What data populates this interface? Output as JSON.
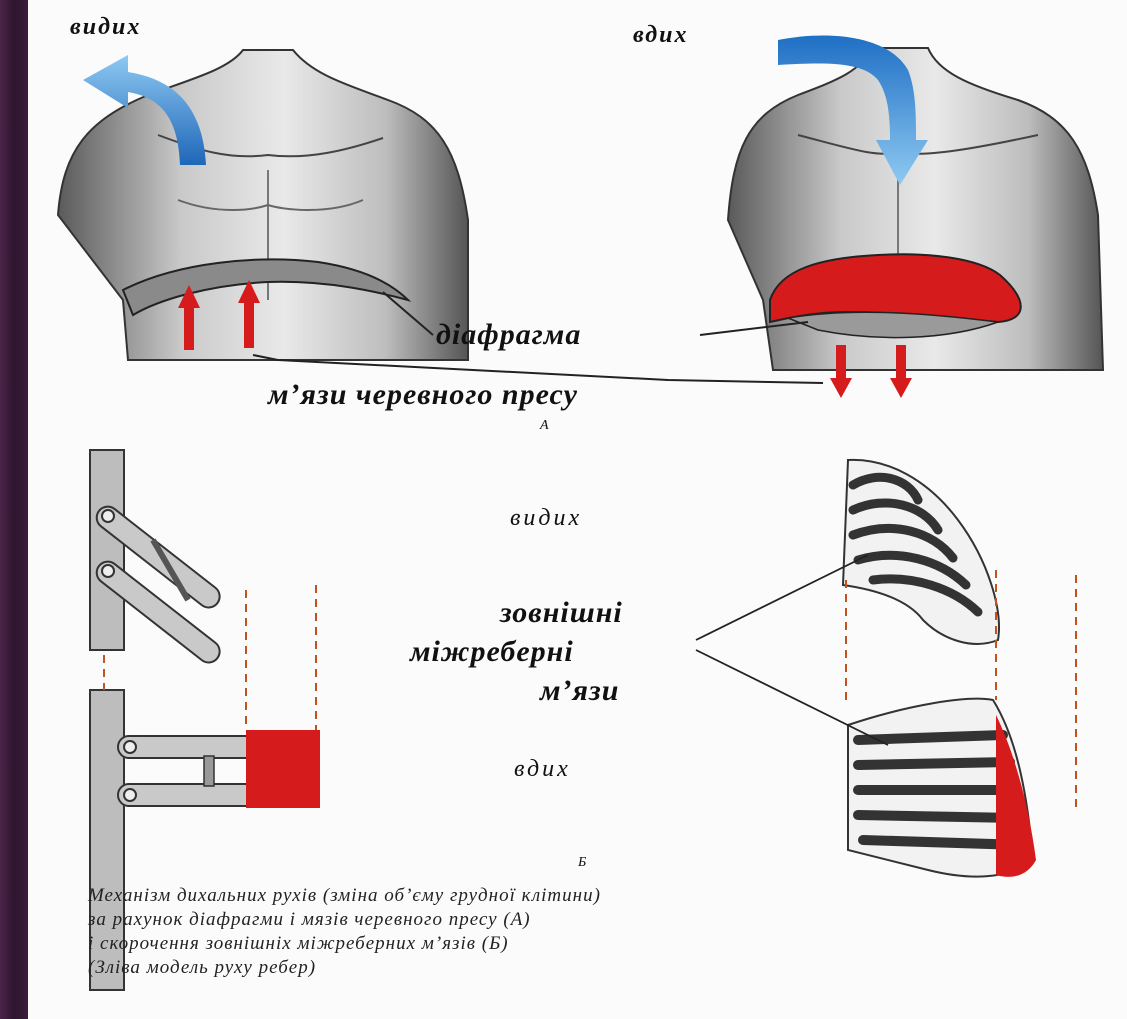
{
  "labels": {
    "exhale_top": "видих",
    "inhale_top": "вдих",
    "diaphragm": "діафрагма",
    "abdominal_muscles": "м’язи черевного пресу",
    "panel_a": "А",
    "exhale_mid": "видих",
    "external_line1": "зовнішні",
    "external_line2": "міжреберні",
    "external_line3": "м’язи",
    "inhale_mid": "вдих",
    "panel_b": "Б"
  },
  "caption": [
    "Механізм дихальних рухів (зміна об’єму грудної клітини)",
    "за рахунок діафрагми і мязів черевного пресу (А)",
    "і скорочення зовнішніх міжреберних м’язів (Б)",
    "(Зліва модель руху ребер)"
  ],
  "colors": {
    "air_arrow": "#3b8fd6",
    "muscle_red": "#d51b1b",
    "diaphragm_relaxed": "#8a8a8a",
    "background": "#3a1d3b"
  }
}
